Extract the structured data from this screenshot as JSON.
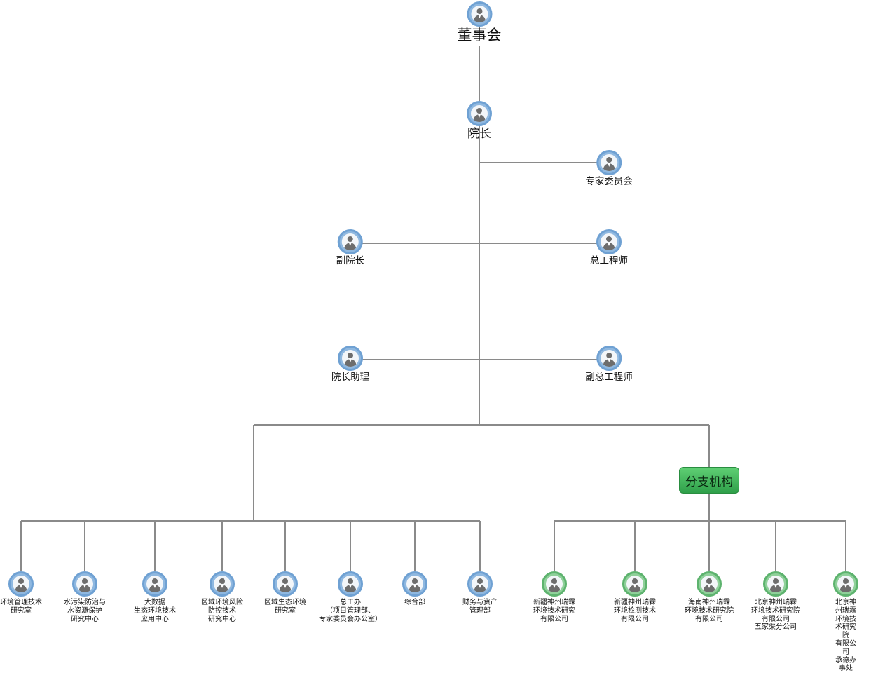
{
  "org": {
    "board": "董事会",
    "president": "院长",
    "expert_committee": "专家委员会",
    "vice_president": "副院长",
    "chief_engineer": "总工程师",
    "president_assistant": "院长助理",
    "deputy_chief_engineer": "副总工程师",
    "branch_label": "分支机构",
    "departments": [
      "环境管理技术\n研究室",
      "水污染防治与\n水资源保护\n研究中心",
      "大数据\n生态环境技术\n应用中心",
      "区域环境风险\n防控技术\n研究中心",
      "区域生态环境\n研究室",
      "总工办\n（项目管理部、\n专家委员会办公室）",
      "综合部",
      "财务与资产\n管理部"
    ],
    "branches": [
      "新疆神州瑞霖\n环境技术研究\n有限公司",
      "新疆神州瑞霖\n环境检测技术\n有限公司",
      "海南神州瑞霖\n环境技术研究院\n有限公司",
      "北京神州瑞霖\n环境技术研究院\n有限公司\n五家渠分公司",
      "北京神州瑞霖\n环境技术研究院\n有限公司\n承德办事处"
    ]
  },
  "colors": {
    "line": "#8a8a8a",
    "person_icon_blue": "#8fb8e0",
    "person_icon_green": "#8fd09a",
    "branch_box": "#3bb356"
  },
  "icons": {
    "person": "person-icon"
  }
}
